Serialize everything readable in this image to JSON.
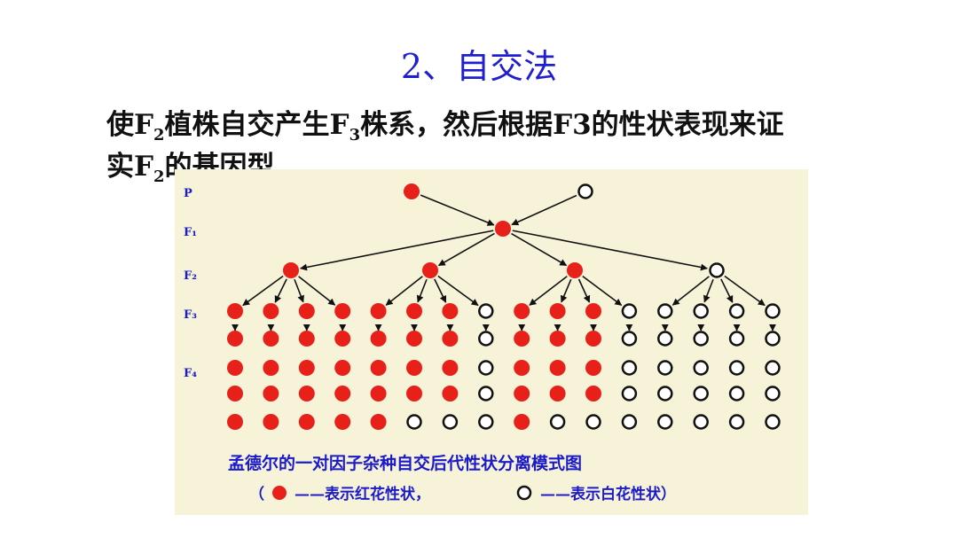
{
  "title": "2、自交法",
  "body": {
    "line1_a": "使F",
    "line1_sub1": "2",
    "line1_b": "植株自交产生F",
    "line1_sub2": "3",
    "line1_c": "株系，然后根据F3的性状表现来证",
    "line2_a": "实F",
    "line2_sub": "2",
    "line2_b": "的基因型"
  },
  "diagram": {
    "background": "#f7f3d9",
    "red": "#e8201a",
    "white": "#ffffff",
    "text_blue": "#1a1ac8",
    "generation_labels": [
      "P",
      "F₁",
      "F₂",
      "F₃",
      "F₄"
    ],
    "caption": "孟德尔的一对因子杂种自交后代性状分离模式图",
    "legend_red": "——表示红花性状，",
    "legend_white": "——表示白花性状）",
    "legend_open": "（",
    "p_row": [
      "R",
      "W"
    ],
    "f1_row": [
      "R"
    ],
    "f2_row": [
      "R",
      "R",
      "R",
      "W"
    ],
    "grid_rows": [
      "RRRRRRRWRRRWWWWW",
      "RRRRRRRWRRRWWWWW",
      "RRRRRRRWRRRWWWWW",
      "RRRRRRRWRRRWWWWW",
      "RRRRRWWWRWWWWWWW"
    ]
  }
}
